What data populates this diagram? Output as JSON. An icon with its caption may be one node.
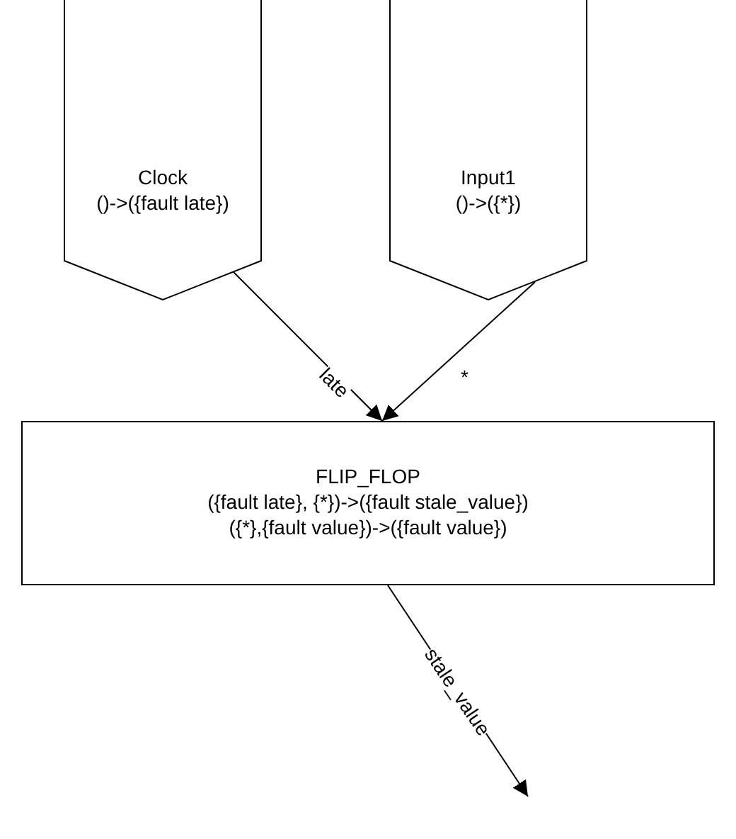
{
  "diagram": {
    "nodes": [
      {
        "text": [
          "Clock",
          "()->({fault late})"
        ]
      },
      {
        "text": [
          "Input1",
          "()->({*})"
        ]
      },
      {
        "text": [
          "FLIP_FLOP",
          "({fault late}, {*})->({fault stale_value})",
          "({*},{fault value})->({fault value})"
        ]
      }
    ],
    "edges": [
      {
        "from": 0,
        "to": 2,
        "arrow": "to",
        "label": "late"
      },
      {
        "from": 1,
        "to": 2,
        "arrow": "to",
        "label": "*"
      },
      {
        "from": 2,
        "to": null,
        "arrow": "to",
        "label": "stale_value"
      }
    ]
  }
}
